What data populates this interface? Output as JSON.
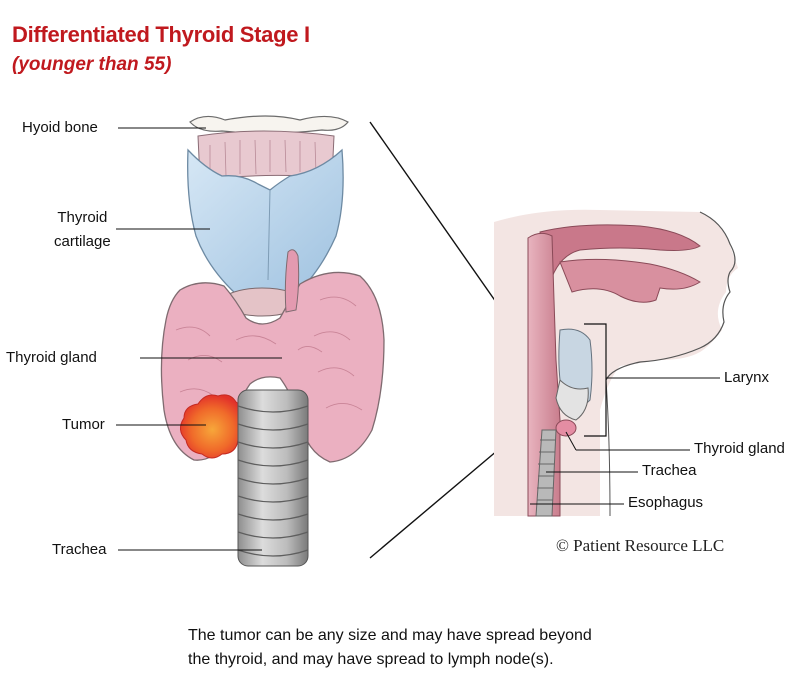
{
  "header": {
    "title": "Differentiated Thyroid Stage I",
    "subtitle": "(younger than 55)"
  },
  "left_labels": {
    "hyoid": "Hyoid bone",
    "thyroid_cartilage_line1": "Thyroid",
    "thyroid_cartilage_line2": "cartilage",
    "thyroid_gland": "Thyroid gland",
    "tumor": "Tumor",
    "trachea": "Trachea"
  },
  "right_labels": {
    "larynx": "Larynx",
    "thyroid_gland": "Thyroid gland",
    "trachea": "Trachea",
    "esophagus": "Esophagus"
  },
  "copyright": "© Patient Resource LLC",
  "caption": {
    "line1": "The tumor can be any size and may have spread beyond",
    "line2": "the thyroid, and may have spread to lymph node(s)."
  },
  "colors": {
    "title": "#c0191e",
    "cartilage": "#b9d4ea",
    "gland": "#e9a9bd",
    "tumor": "#f0782a",
    "trachea": "#b8b8b8"
  }
}
